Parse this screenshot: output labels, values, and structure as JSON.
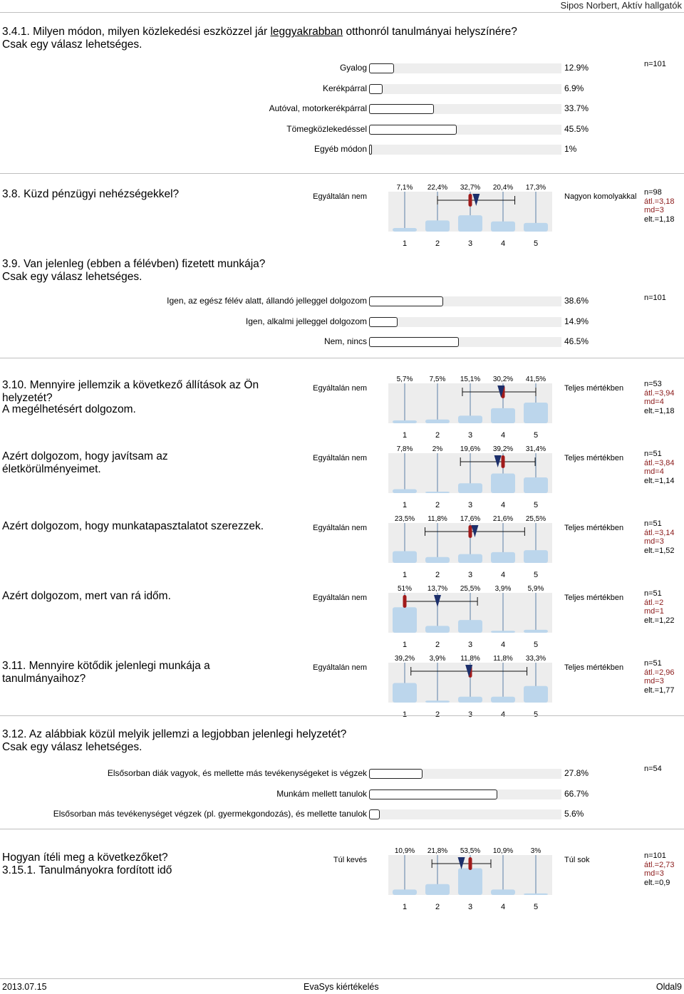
{
  "header": {
    "author": "Sipos Norbert, Aktív hallgatók"
  },
  "q34": {
    "title_pre": "3.4.1. Milyen módon, milyen közlekedési eszközzel jár ",
    "title_u": "leggyakrabban",
    "title_post": " otthonról tanulmányai helyszínére?",
    "sub": "Csak egy válasz lehetséges.",
    "n": "n=101",
    "options": [
      {
        "label": "Gyalog",
        "pct": "12.9%",
        "value": 12.9
      },
      {
        "label": "Kerékpárral",
        "pct": "6.9%",
        "value": 6.9
      },
      {
        "label": "Autóval, motorkerékpárral",
        "pct": "33.7%",
        "value": 33.7
      },
      {
        "label": "Tömegközlekedéssel",
        "pct": "45.5%",
        "value": 45.5
      },
      {
        "label": "Egyéb módon",
        "pct": "1%",
        "value": 1
      }
    ]
  },
  "q38": {
    "title": "3.8. Küzd pénzügyi nehézségekkel?",
    "left": "Egyáltalán nem",
    "right": "Nagyon komolyakkal",
    "pcts": [
      "7,1%",
      "22,4%",
      "32,7%",
      "20,4%",
      "17,3%"
    ],
    "values": [
      7.1,
      22.4,
      32.7,
      20.4,
      17.3
    ],
    "avg": 3.18,
    "md": 3,
    "sd": 1.18,
    "n": "n=98",
    "avg_text": "átl.=3,18",
    "md_text": "md=3",
    "sd_text": "elt.=1,18"
  },
  "q39": {
    "title": "3.9. Van jelenleg (ebben a félévben) fizetett munkája?",
    "sub": "Csak egy válasz lehetséges.",
    "n": "n=101",
    "options": [
      {
        "label": "Igen, az egész félév alatt, állandó jelleggel dolgozom",
        "pct": "38.6%",
        "value": 38.6
      },
      {
        "label": "Igen, alkalmi jelleggel dolgozom",
        "pct": "14.9%",
        "value": 14.9
      },
      {
        "label": "Nem, nincs",
        "pct": "46.5%",
        "value": 46.5
      }
    ]
  },
  "q310": {
    "title": "3.10. Mennyire jellemzik a következő állítások az Ön helyzetét?",
    "items": [
      {
        "label": "A megélhetésért dolgozom.",
        "left": "Egyáltalán nem",
        "right": "Teljes mértékben",
        "pcts": [
          "5,7%",
          "7,5%",
          "15,1%",
          "30,2%",
          "41,5%"
        ],
        "values": [
          5.7,
          7.5,
          15.1,
          30.2,
          41.5
        ],
        "avg": 3.94,
        "md": 4,
        "sd": 1.18,
        "n": "n=53",
        "avg_text": "átl.=3,94",
        "md_text": "md=4",
        "sd_text": "elt.=1,18"
      },
      {
        "label": "Azért dolgozom, hogy javítsam az életkörülményeimet.",
        "left": "Egyáltalán nem",
        "right": "Teljes mértékben",
        "pcts": [
          "7,8%",
          "2%",
          "19,6%",
          "39,2%",
          "31,4%"
        ],
        "values": [
          7.8,
          2,
          19.6,
          39.2,
          31.4
        ],
        "avg": 3.84,
        "md": 4,
        "sd": 1.14,
        "n": "n=51",
        "avg_text": "átl.=3,84",
        "md_text": "md=4",
        "sd_text": "elt.=1,14"
      },
      {
        "label": "Azért dolgozom, hogy munkatapasztalatot szerezzek.",
        "left": "Egyáltalán nem",
        "right": "Teljes mértékben",
        "pcts": [
          "23,5%",
          "11,8%",
          "17,6%",
          "21,6%",
          "25,5%"
        ],
        "values": [
          23.5,
          11.8,
          17.6,
          21.6,
          25.5
        ],
        "avg": 3.14,
        "md": 3,
        "sd": 1.52,
        "n": "n=51",
        "avg_text": "átl.=3,14",
        "md_text": "md=3",
        "sd_text": "elt.=1,52"
      },
      {
        "label": "Azért dolgozom, mert van rá időm.",
        "left": "Egyáltalán nem",
        "right": "Teljes mértékben",
        "pcts": [
          "51%",
          "13,7%",
          "25,5%",
          "3,9%",
          "5,9%"
        ],
        "values": [
          51,
          13.7,
          25.5,
          3.9,
          5.9
        ],
        "avg": 2,
        "md": 1,
        "sd": 1.22,
        "n": "n=51",
        "avg_text": "átl.=2",
        "md_text": "md=1",
        "sd_text": "elt.=1,22"
      }
    ]
  },
  "q311": {
    "title": "3.11. Mennyire kötődik jelenlegi munkája a tanulmányaihoz?",
    "left": "Egyáltalán nem",
    "right": "Teljes mértékben",
    "pcts": [
      "39,2%",
      "3,9%",
      "11,8%",
      "11,8%",
      "33,3%"
    ],
    "values": [
      39.2,
      3.9,
      11.8,
      11.8,
      33.3
    ],
    "avg": 2.96,
    "md": 3,
    "sd": 1.77,
    "n": "n=51",
    "avg_text": "átl.=2,96",
    "md_text": "md=3",
    "sd_text": "elt.=1,77"
  },
  "q312": {
    "title": "3.12. Az alábbiak közül melyik jellemzi a legjobban jelenlegi helyzetét?",
    "sub": "Csak egy válasz lehetséges.",
    "n": "n=54",
    "options": [
      {
        "label": "Elsősorban diák vagyok, és mellette más tevékenységeket is végzek",
        "pct": "27.8%",
        "value": 27.8
      },
      {
        "label": "Munkám mellett tanulok",
        "pct": "66.7%",
        "value": 66.7
      },
      {
        "label": "Elsősorban más tevékenységet végzek (pl. gyermekgondozás), és mellette tanulok",
        "pct": "5.6%",
        "value": 5.6
      }
    ]
  },
  "q315": {
    "title": "Hogyan ítéli meg a következőket?",
    "label": "3.15.1. Tanulmányokra fordított idő",
    "left": "Túl kevés",
    "right": "Túl sok",
    "pcts": [
      "10,9%",
      "21,8%",
      "53,5%",
      "10,9%",
      "3%"
    ],
    "values": [
      10.9,
      21.8,
      53.5,
      10.9,
      3
    ],
    "avg": 2.73,
    "md": 3,
    "sd": 0.9,
    "n": "n=101",
    "avg_text": "átl.=2,73",
    "md_text": "md=3",
    "sd_text": "elt.=0,9"
  },
  "scale_ticks": [
    "1",
    "2",
    "3",
    "4",
    "5"
  ],
  "footer": {
    "date": "2013.07.15",
    "center": "EvaSys kiértékelés",
    "page": "Oldal9"
  },
  "colors": {
    "bar": "#bcd6ec",
    "grid_bg": "#ededed",
    "line": "#5b7fa8",
    "avg_marker": "#1c2f6b",
    "median": "#a11b1b"
  }
}
